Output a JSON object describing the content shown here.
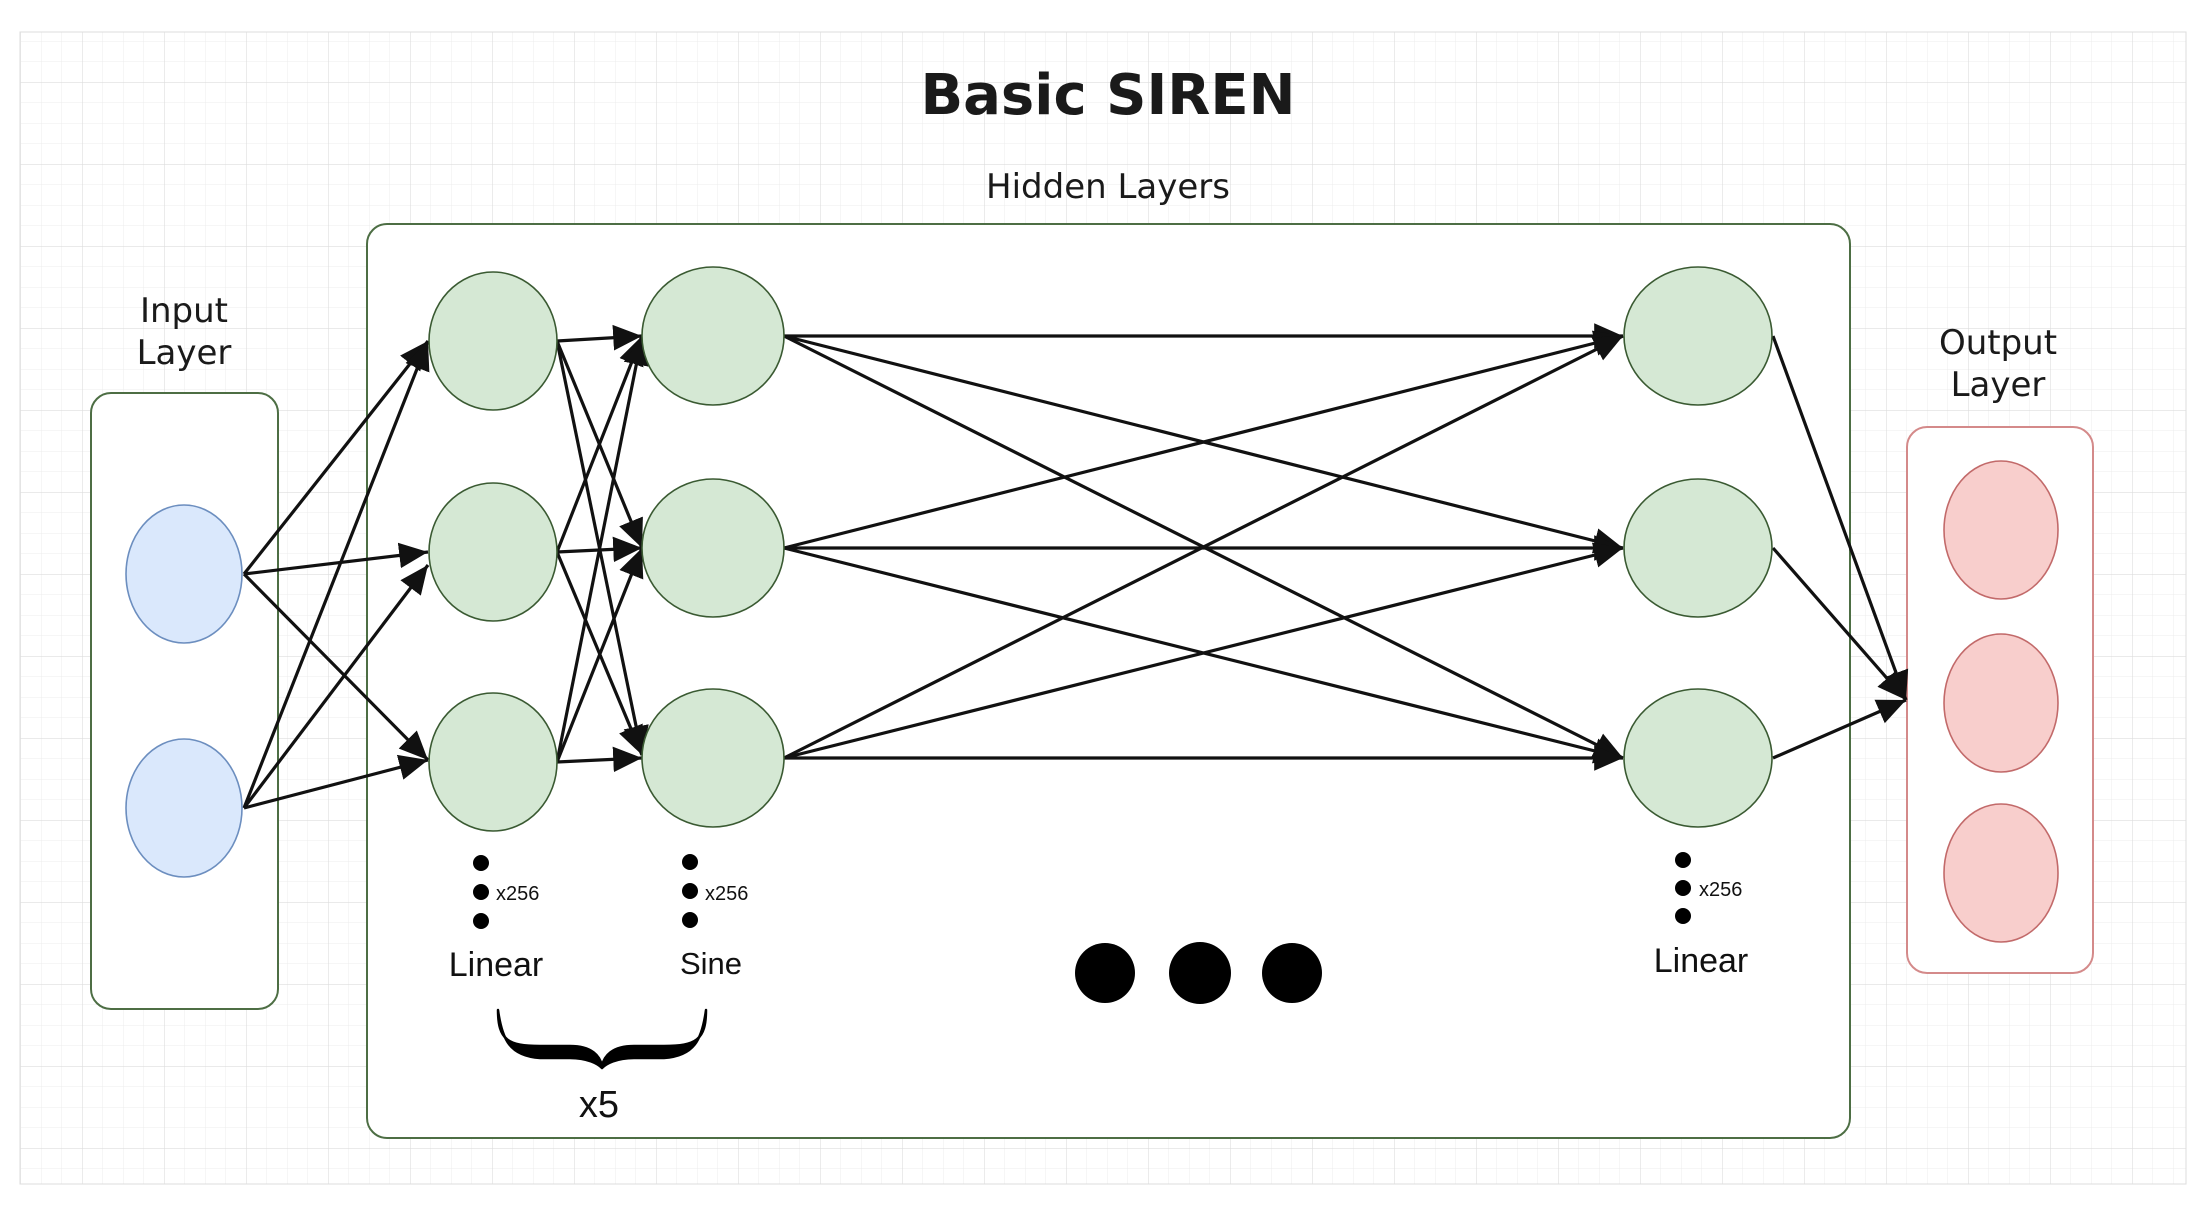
{
  "title": "Basic SIREN",
  "hidden_label": "Hidden Layers",
  "input_label": [
    "Input",
    "Layer"
  ],
  "output_label": [
    "Output",
    "Layer"
  ],
  "layer_linear1_label": "Linear",
  "layer_sine_label": "Sine",
  "layer_linear2_label": "Linear",
  "size_label_1": "x256",
  "size_label_2": "x256",
  "size_label_3": "x256",
  "repeat_label": "x5",
  "colors": {
    "input_fill": "#dae8fc",
    "input_stroke": "#6c8ebf",
    "hidden_fill": "#d5e8d4",
    "hidden_stroke": "#3a5a32",
    "output_fill": "#f8cecc",
    "output_stroke": "#c26a6a",
    "container_stroke": "#4d6e44",
    "output_container_stroke": "#d48a8a",
    "grid": "#e2e2e2",
    "arrow": "#111111"
  }
}
